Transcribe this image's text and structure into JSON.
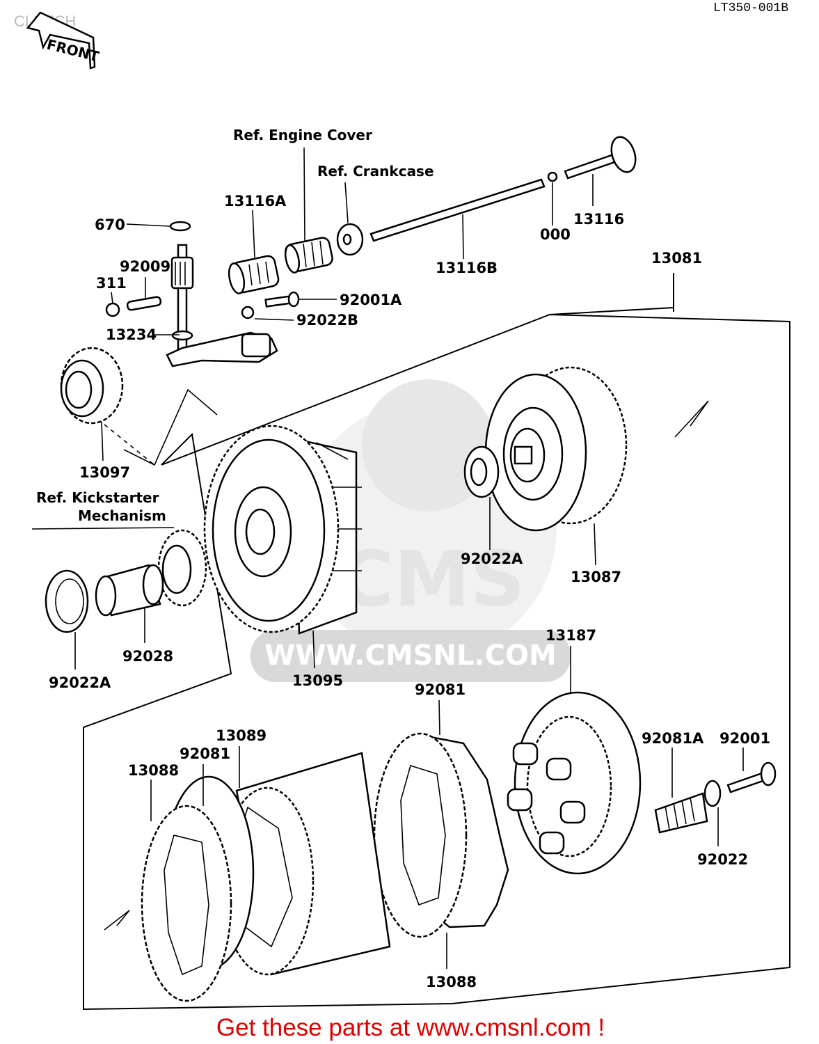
{
  "header": {
    "title": "CLUTCH",
    "drawing_code": "LT350-001B"
  },
  "front_marker": "FRONT",
  "watermark": {
    "brand": "CMS",
    "url": "WWW.CMSNL.COM"
  },
  "references": {
    "engine_cover": "Ref. Engine Cover",
    "crankcase": "Ref. Crankcase",
    "kickstarter_line1": "Ref.  Kickstarter",
    "kickstarter_line2": "Mechanism"
  },
  "parts": {
    "p670": "670",
    "p13116A": "13116A",
    "p92009": "92009",
    "p311": "311",
    "p13234": "13234",
    "p92001A": "92001A",
    "p92022B": "92022B",
    "p13116B": "13116B",
    "p000": "000",
    "p13116": "13116",
    "p13081": "13081",
    "p13097": "13097",
    "p92022A_top": "92022A",
    "p13087": "13087",
    "p92028": "92028",
    "p92022A_left": "92022A",
    "p13095": "13095",
    "p13187": "13187",
    "p92081_mid": "92081",
    "p13089": "13089",
    "p92081_left": "92081",
    "p13088_left": "13088",
    "p92081A": "92081A",
    "p92001": "92001",
    "p92022": "92022",
    "p13088_bottom": "13088"
  },
  "footer": {
    "cta": "Get these parts at www.cmsnl.com !"
  }
}
